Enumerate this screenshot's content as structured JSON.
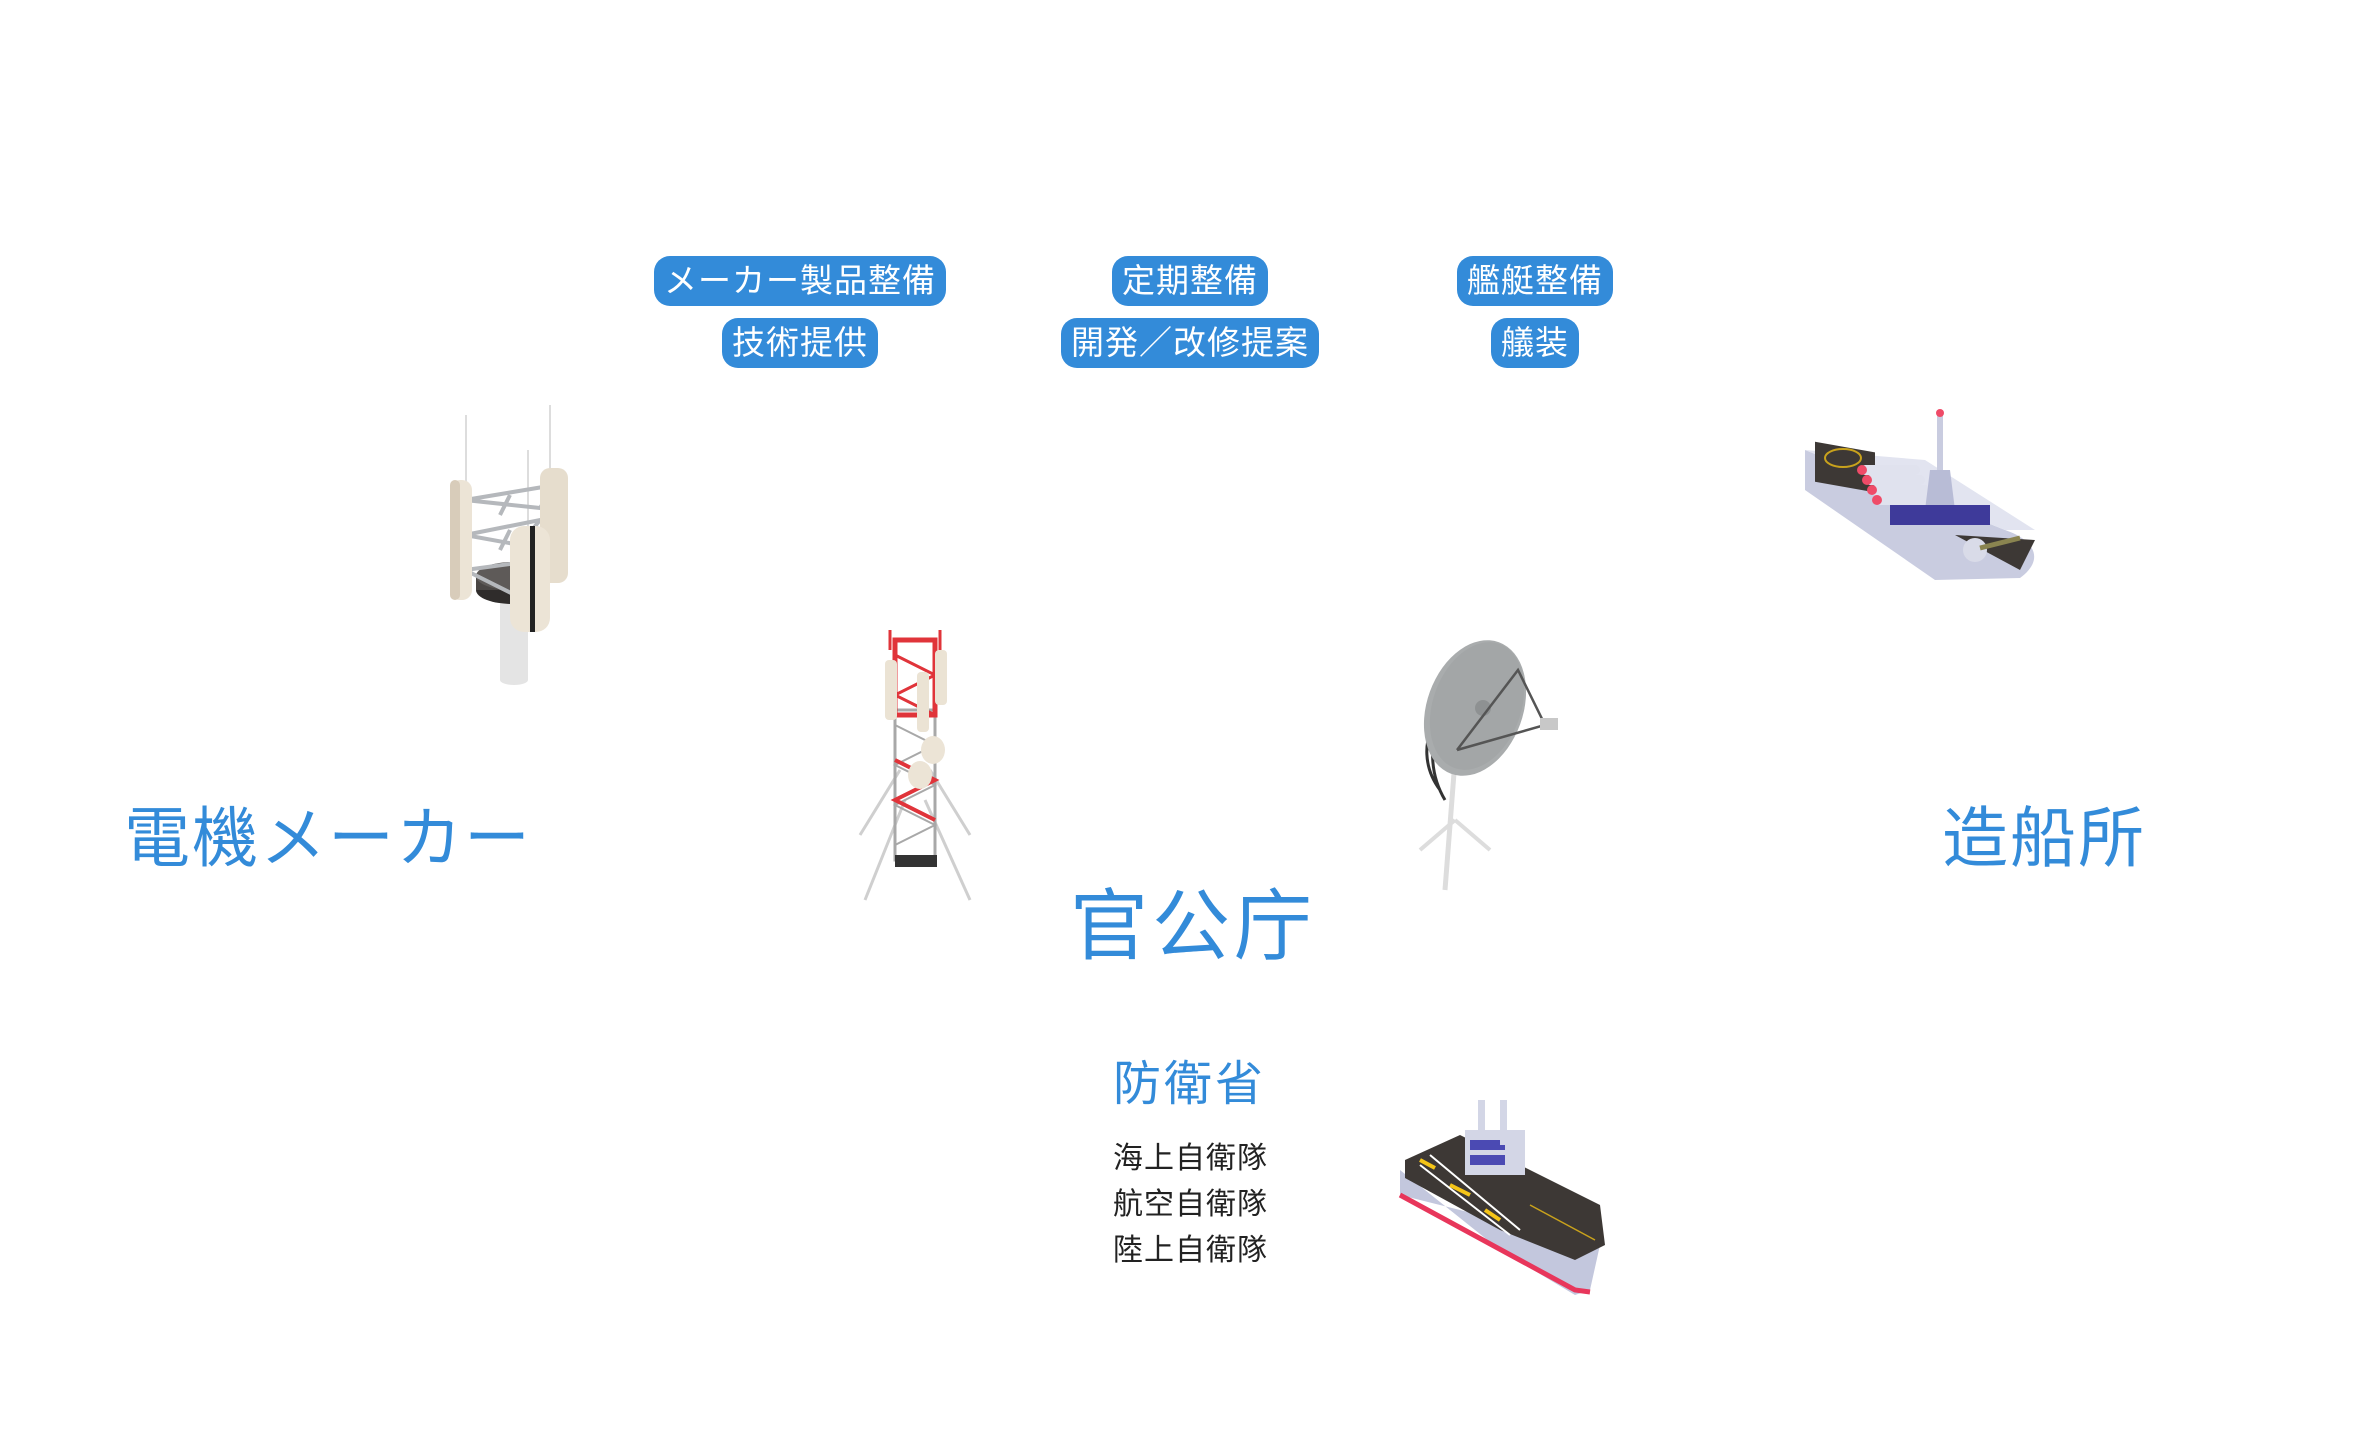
{
  "top_roles": [
    {
      "lines": [
        "メーカー製品整備",
        "技術提供"
      ]
    },
    {
      "lines": [
        "定期整備",
        "開発／改修提案"
      ]
    },
    {
      "lines": [
        "艦艇整備",
        "艤装"
      ]
    }
  ],
  "nodes": {
    "left": "電機メーカー",
    "center": "官公庁",
    "right": "造船所"
  },
  "ministry": {
    "title": "防衛省",
    "units": [
      "海上自衛隊",
      "航空自衛隊",
      "陸上自衛隊"
    ]
  },
  "colors": {
    "accent": "#338bd9",
    "text_dark": "#222222",
    "tower_red": "#e0343a",
    "hull": "#c9cce0",
    "deck": "#3d3835"
  }
}
